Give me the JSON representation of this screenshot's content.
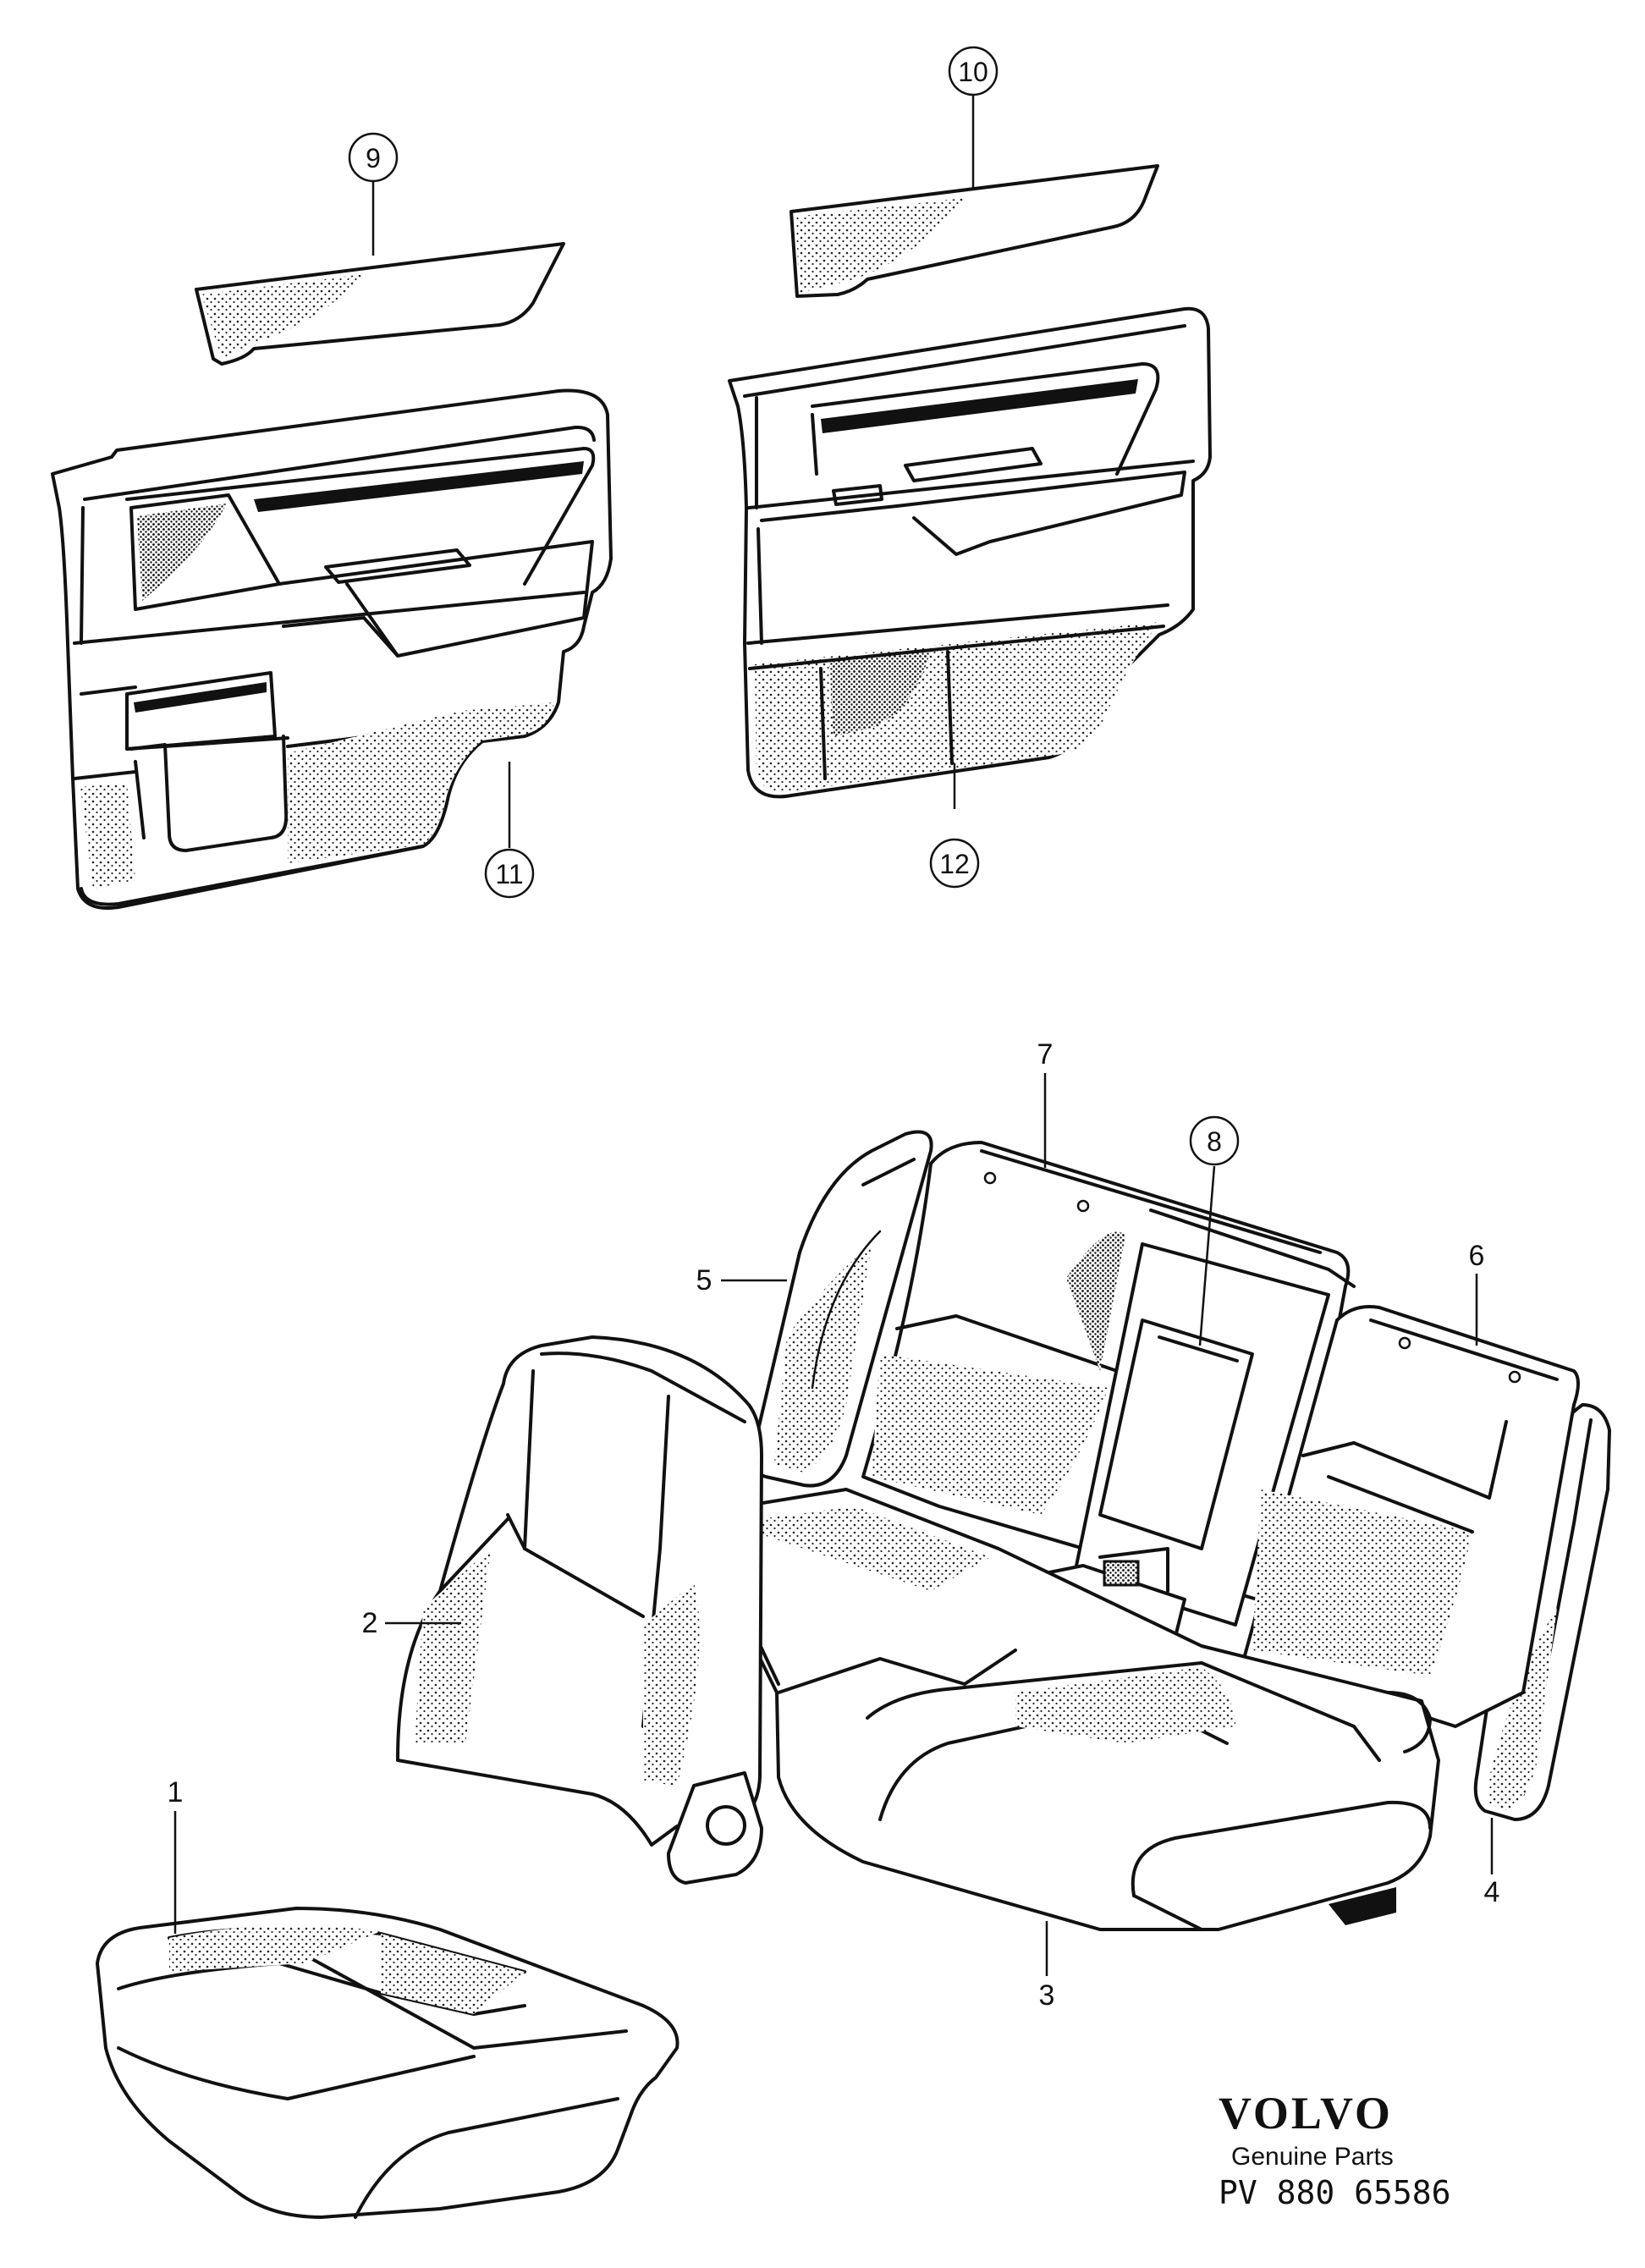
{
  "callouts": {
    "c1": "1",
    "c2": "2",
    "c3": "3",
    "c4": "4",
    "c5": "5",
    "c6": "6",
    "c7": "7",
    "c8": "8",
    "c9": "9",
    "c10": "10",
    "c11": "11",
    "c12": "12"
  },
  "footer": {
    "brand": "VOLVO",
    "subtitle": "Genuine Parts",
    "code": "PV 880 65586"
  },
  "style": {
    "ink": "#111111",
    "paper": "#ffffff"
  }
}
